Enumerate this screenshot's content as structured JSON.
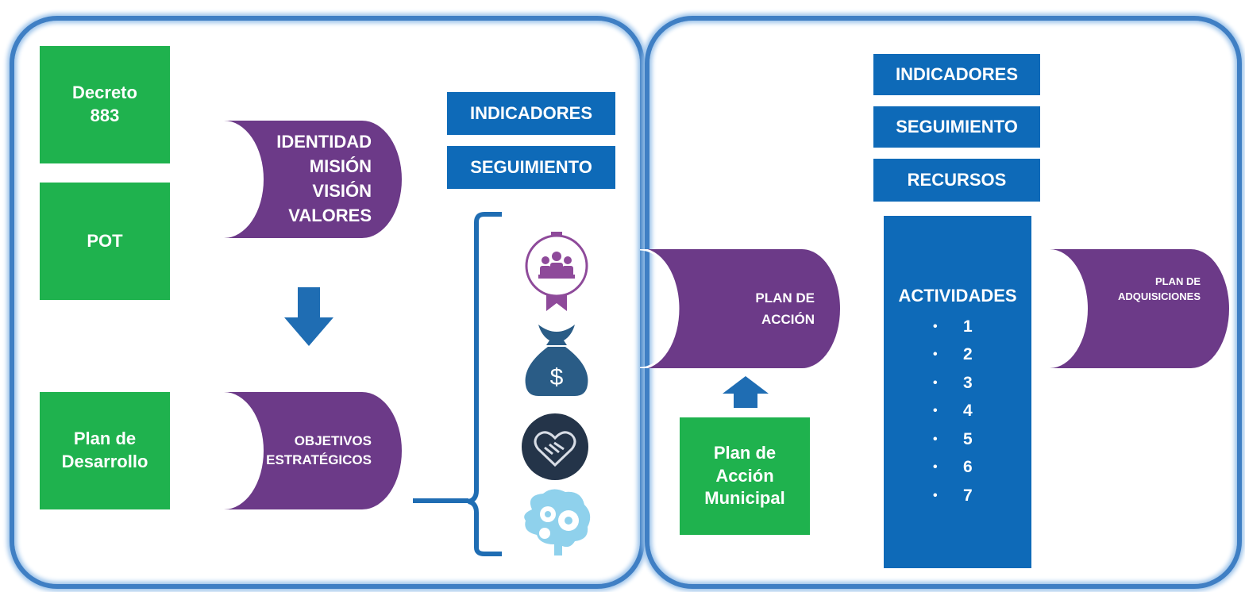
{
  "left_sources": [
    {
      "label_lines": [
        "Decreto",
        "883"
      ]
    },
    {
      "label_lines": [
        "POT"
      ]
    },
    {
      "label_lines": [
        "Plan de",
        "Desarrollo"
      ]
    }
  ],
  "identity_drum": {
    "lines": [
      "IDENTIDAD",
      "MISIÓN",
      "VISIÓN",
      "VALORES"
    ]
  },
  "objectives_drum": {
    "lines": [
      "OBJETIVOS",
      "ESTRATÉGICOS"
    ]
  },
  "left_tags": [
    "INDICADORES",
    "SEGUIMIENTO"
  ],
  "perspective_icons": [
    "people-award-icon",
    "money-bag-icon",
    "handshake-heart-icon",
    "brain-gears-icon"
  ],
  "action_plan_drum": {
    "lines": [
      "PLAN DE",
      "ACCIÓN"
    ]
  },
  "municipal_plan": {
    "label_lines": [
      "Plan de",
      "Acción",
      "Municipal"
    ]
  },
  "right_tags": [
    "INDICADORES",
    "SEGUIMIENTO",
    "RECURSOS"
  ],
  "activities": {
    "title": "ACTIVIDADES",
    "items": [
      "1",
      "2",
      "3",
      "4",
      "5",
      "6",
      "7"
    ]
  },
  "acquisitions_drum": {
    "lines": [
      "PLAN DE",
      "ADQUISICIONES"
    ]
  },
  "colors": {
    "green": "#1fb24e",
    "blue": "#0e6ab8",
    "purple": "#6c3a88",
    "frame": "#3f7fc4"
  }
}
